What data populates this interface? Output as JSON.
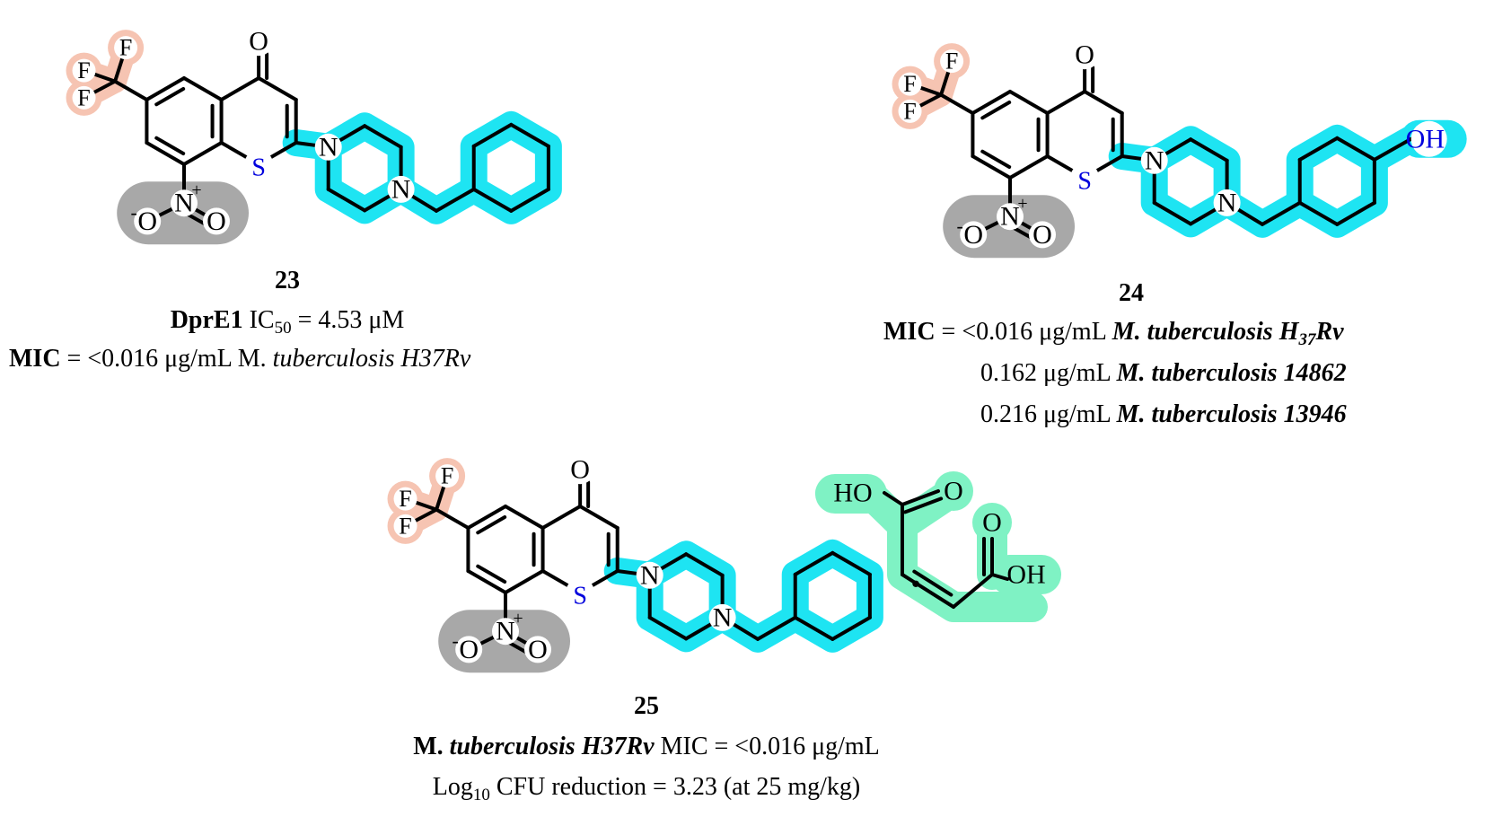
{
  "atoms": {
    "O": "O",
    "S": "S",
    "N": "N",
    "F": "F",
    "OH": "OH",
    "HO": "HO",
    "N_plus": "+",
    "O_minus": "-",
    "dot": "·"
  },
  "colors": {
    "bond": "#000000",
    "heteroatom_S": "#0000dd",
    "piperazine_benzyl_highlight": "#1ee4f2",
    "cf3_highlight": "#f6c4b2",
    "nitro_highlight": "#a8a8a8",
    "maleic_acid_highlight": "#7ff2c4",
    "oh_text": "#0000dd"
  },
  "compound_23": {
    "label": "23",
    "line1_bold": "DprE1",
    "line1_text": "IC",
    "line1_sub": "50",
    "line1_rest": " = 4.53 μM",
    "line2_bold": "MIC",
    "line2_text": " = <0.016 μg/mL M. ",
    "line2_italic": "tuberculosis H37Rv"
  },
  "compound_24": {
    "label": "24",
    "line1_bold": "MIC",
    "line1_text": " = <0.016 μg/mL ",
    "line1_bold_italic": "M. tuberculosis H",
    "line1_sub": "37",
    "line1_bold_italic_end": "Rv",
    "line2_text": "0.162 μg/mL ",
    "line2_bold_italic": "M. tuberculosis 14862",
    "line3_text": "0.216 μg/mL ",
    "line3_bold_italic": "M. tuberculosis 13946"
  },
  "compound_25": {
    "label": "25",
    "line1_bold": "M. ",
    "line1_bold_italic": "tuberculosis H37Rv",
    "line1_text": " MIC = <0.016 μg/mL",
    "line2_text": "Log",
    "line2_sub": "10",
    "line2_rest": " CFU reduction = 3.23 (at 25 mg/kg)"
  }
}
